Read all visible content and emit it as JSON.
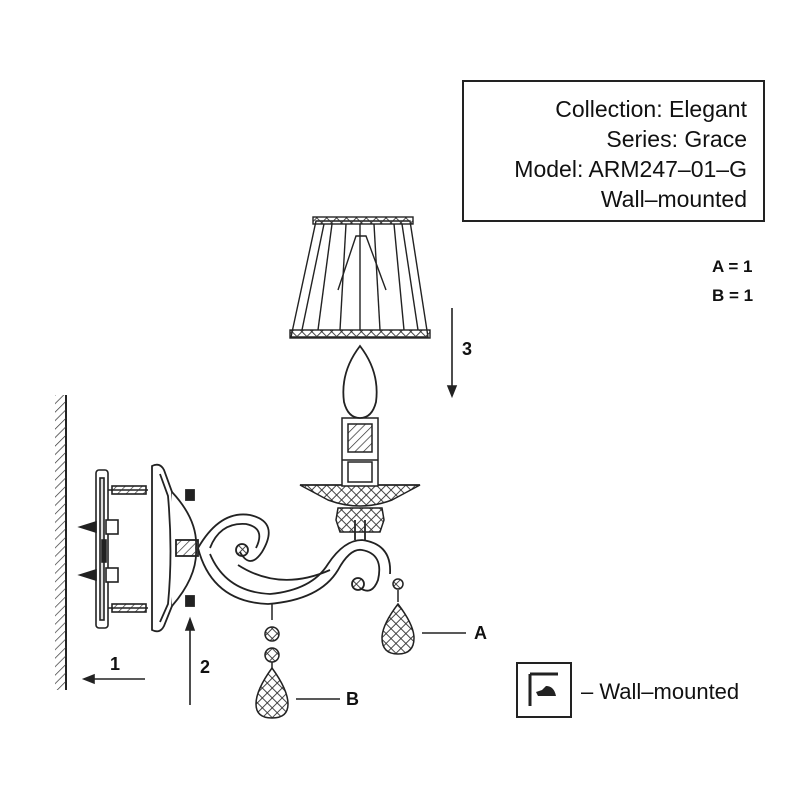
{
  "info": {
    "collection": "Collection: Elegant",
    "series": "Series: Grace",
    "model": "Model: ARM247–01–G",
    "mount": "Wall–mounted"
  },
  "quantities": [
    {
      "text": "A = 1"
    },
    {
      "text": "B = 1"
    }
  ],
  "steps": {
    "step1": "1",
    "step2": "2",
    "step3": "3"
  },
  "parts": {
    "a": "A",
    "b": "B"
  },
  "legend": {
    "icon": "wall-mount-icon",
    "text": "– Wall–mounted"
  }
}
